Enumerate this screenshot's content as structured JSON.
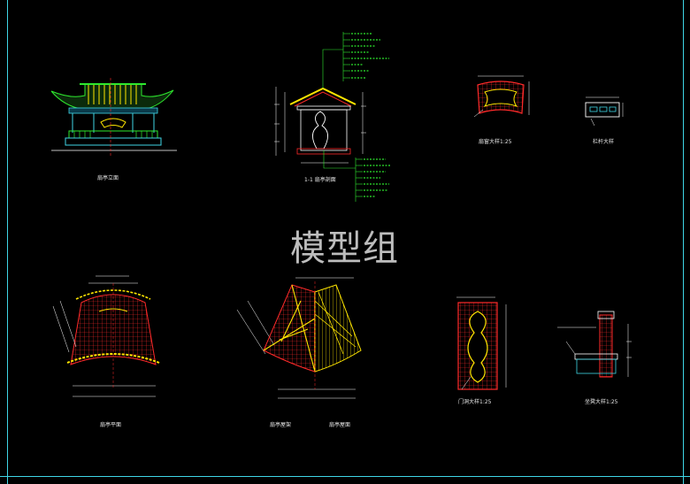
{
  "watermark": "模型组",
  "captions": {
    "elevation": "扇亭立面",
    "section": "1-1 扇亭剖面",
    "window_detail": "扇窗大样1:25",
    "railing_detail": "栏杆大样",
    "plan": "扇亭平面",
    "roof_frame": "扇亭屋架",
    "roof_plan": "扇亭屋面",
    "door_detail": "门洞大样1:25",
    "seat_detail": "坐凳大样1:25"
  },
  "colors": {
    "background": "#000000",
    "frame": "#3fd6e6",
    "structure": "#ff2a2a",
    "tile": "#ffe600",
    "annotation": "#2ee82e",
    "dimension": "#ffffff"
  }
}
